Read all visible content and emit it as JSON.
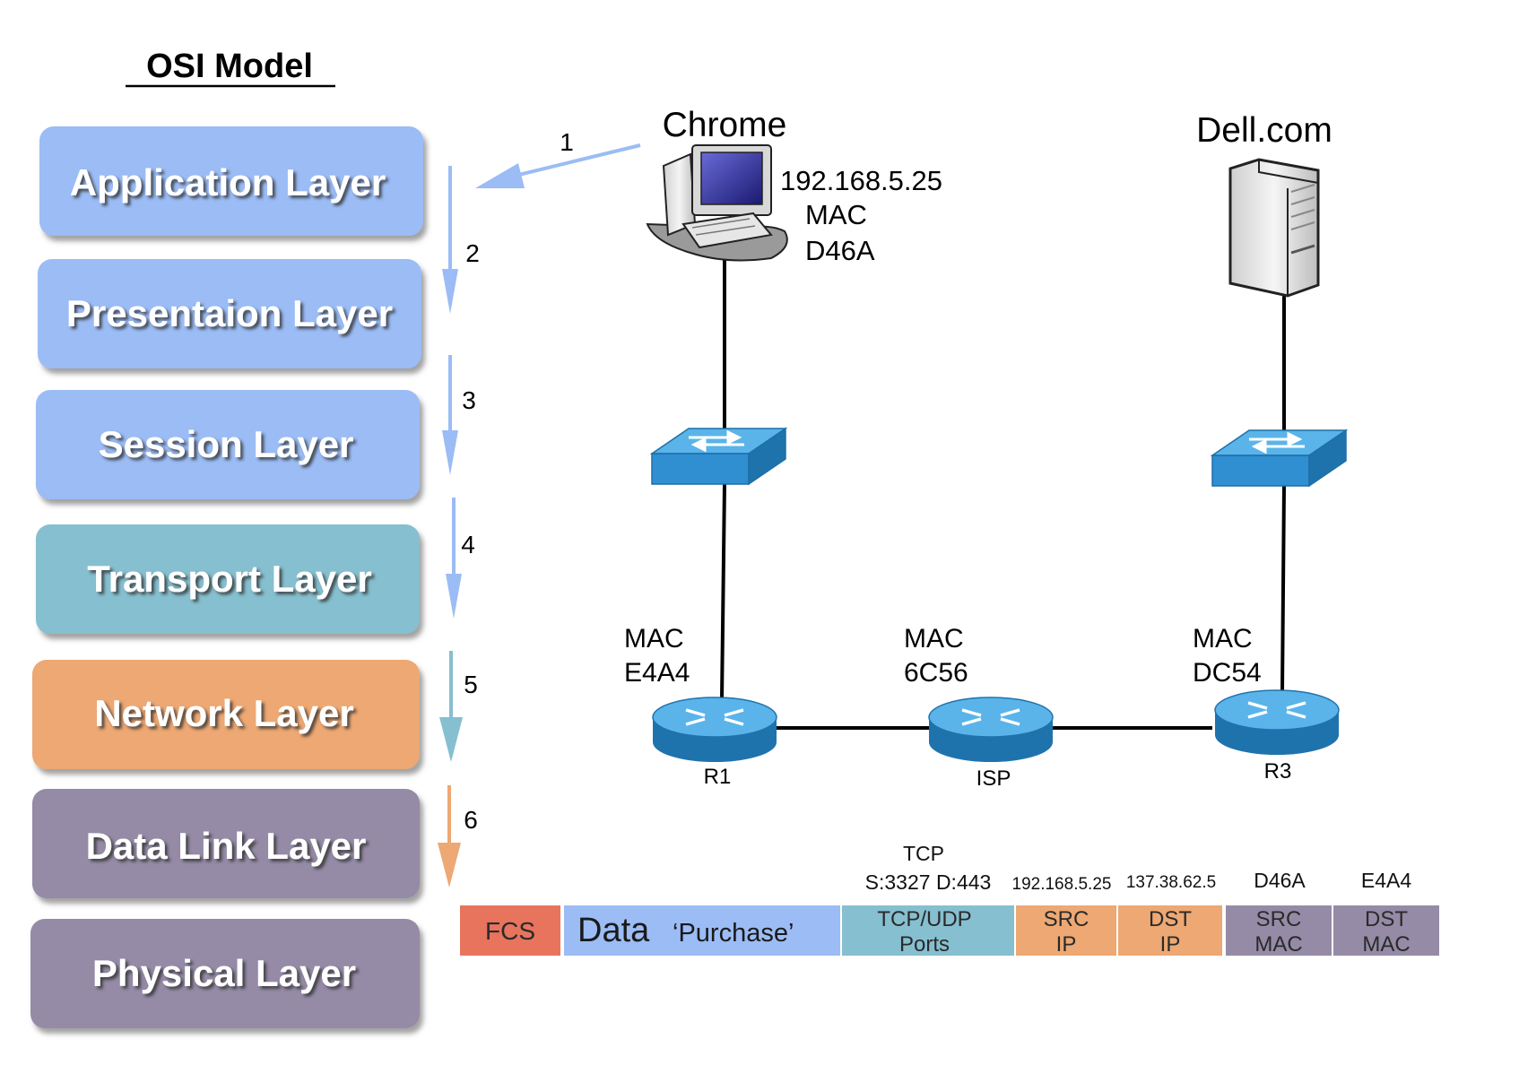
{
  "title": "OSI Model",
  "layers": [
    {
      "label": "Application Layer",
      "color": "#9bbcf5"
    },
    {
      "label": "Presentaion Layer",
      "color": "#9bbcf5"
    },
    {
      "label": "Session Layer",
      "color": "#9bbcf5"
    },
    {
      "label": "Transport Layer",
      "color": "#86bfcf"
    },
    {
      "label": "Network Layer",
      "color": "#eda873"
    },
    {
      "label": "Data Link Layer",
      "color": "#958ba6"
    },
    {
      "label": "Physical Layer",
      "color": "#958ba6"
    }
  ],
  "steps": [
    "1",
    "2",
    "3",
    "4",
    "5",
    "6"
  ],
  "client": {
    "name": "Chrome",
    "ip": "192.168.5.25",
    "mac_label": "MAC",
    "mac": "D46A"
  },
  "server": {
    "name": "Dell.com"
  },
  "routers": [
    {
      "name": "R1",
      "mac_label": "MAC",
      "mac": "E4A4"
    },
    {
      "name": "ISP",
      "mac_label": "MAC",
      "mac": "6C56"
    },
    {
      "name": "R3",
      "mac_label": "MAC",
      "mac": "DC54"
    }
  ],
  "packet": {
    "fcs": "FCS",
    "data_label": "Data",
    "data_value": "‘Purchase’",
    "ports_line1": "TCP/UDP",
    "ports_line2": "Ports",
    "src_ip_line1": "SRC",
    "src_ip_line2": "IP",
    "dst_ip_line1": "DST",
    "dst_ip_line2": "IP",
    "src_mac_line1": "SRC",
    "src_mac_line2": "MAC",
    "dst_mac_line1": "DST",
    "dst_mac_line2": "MAC",
    "above_tcp": "TCP",
    "above_ports": "S:3327  D:443",
    "above_src_ip": "192.168.5.25",
    "above_dst_ip": "137.38.62.5",
    "above_src_mac": "D46A",
    "above_dst_mac": "E4A4"
  },
  "colors": {
    "fcs": "#e8745e",
    "data": "#9bbcf5",
    "ports": "#86bfcf",
    "ip": "#eda873",
    "mac": "#958ba6",
    "switch": "#2f8fd0",
    "router": "#2f8fd0"
  }
}
